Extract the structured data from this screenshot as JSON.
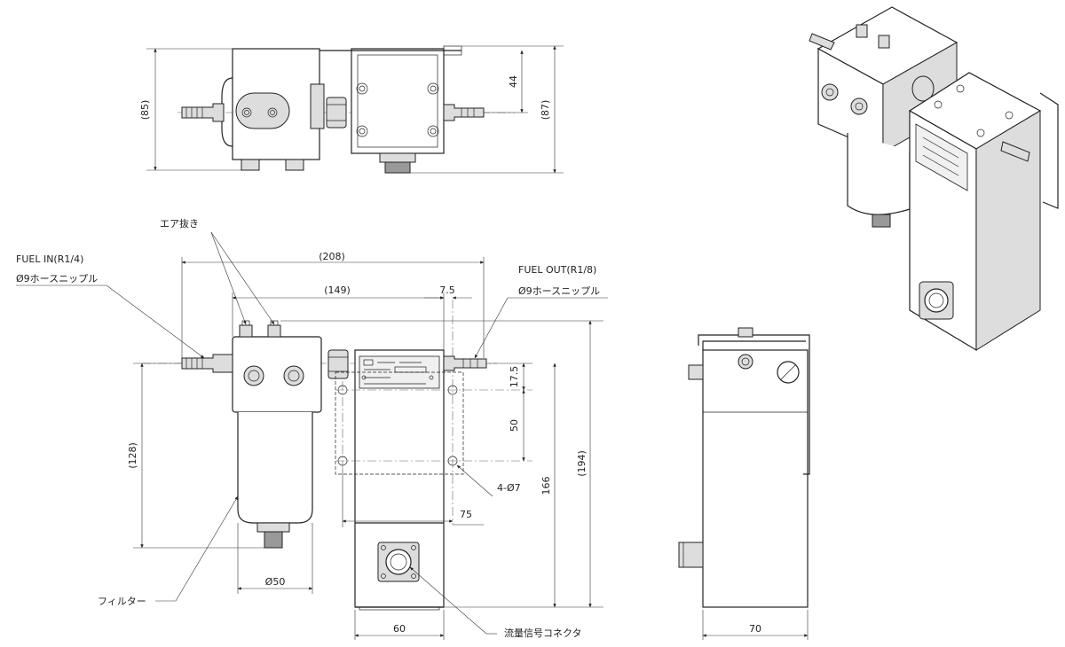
{
  "labels": {
    "air_vent": "エア抜き",
    "fuel_in": "FUEL IN(R1/4)",
    "hose_nipple_in": "Ø9ホースニップル",
    "fuel_out": "FUEL OUT(R1/8)",
    "hose_nipple_out": "Ø9ホースニップル",
    "filter": "フィルター",
    "connector": "流量信号コネクタ",
    "holes": "4-Ø7"
  },
  "dimensions": {
    "top_85": "(85)",
    "top_87": "(87)",
    "top_44": "44",
    "d208": "(208)",
    "d149": "(149)",
    "d7_5": "7.5",
    "d17_5": "17.5",
    "d50": "50",
    "d166": "166",
    "d194": "(194)",
    "d128": "(128)",
    "d75": "75",
    "dia50": "Ø50",
    "d60": "60",
    "d70": "70"
  }
}
